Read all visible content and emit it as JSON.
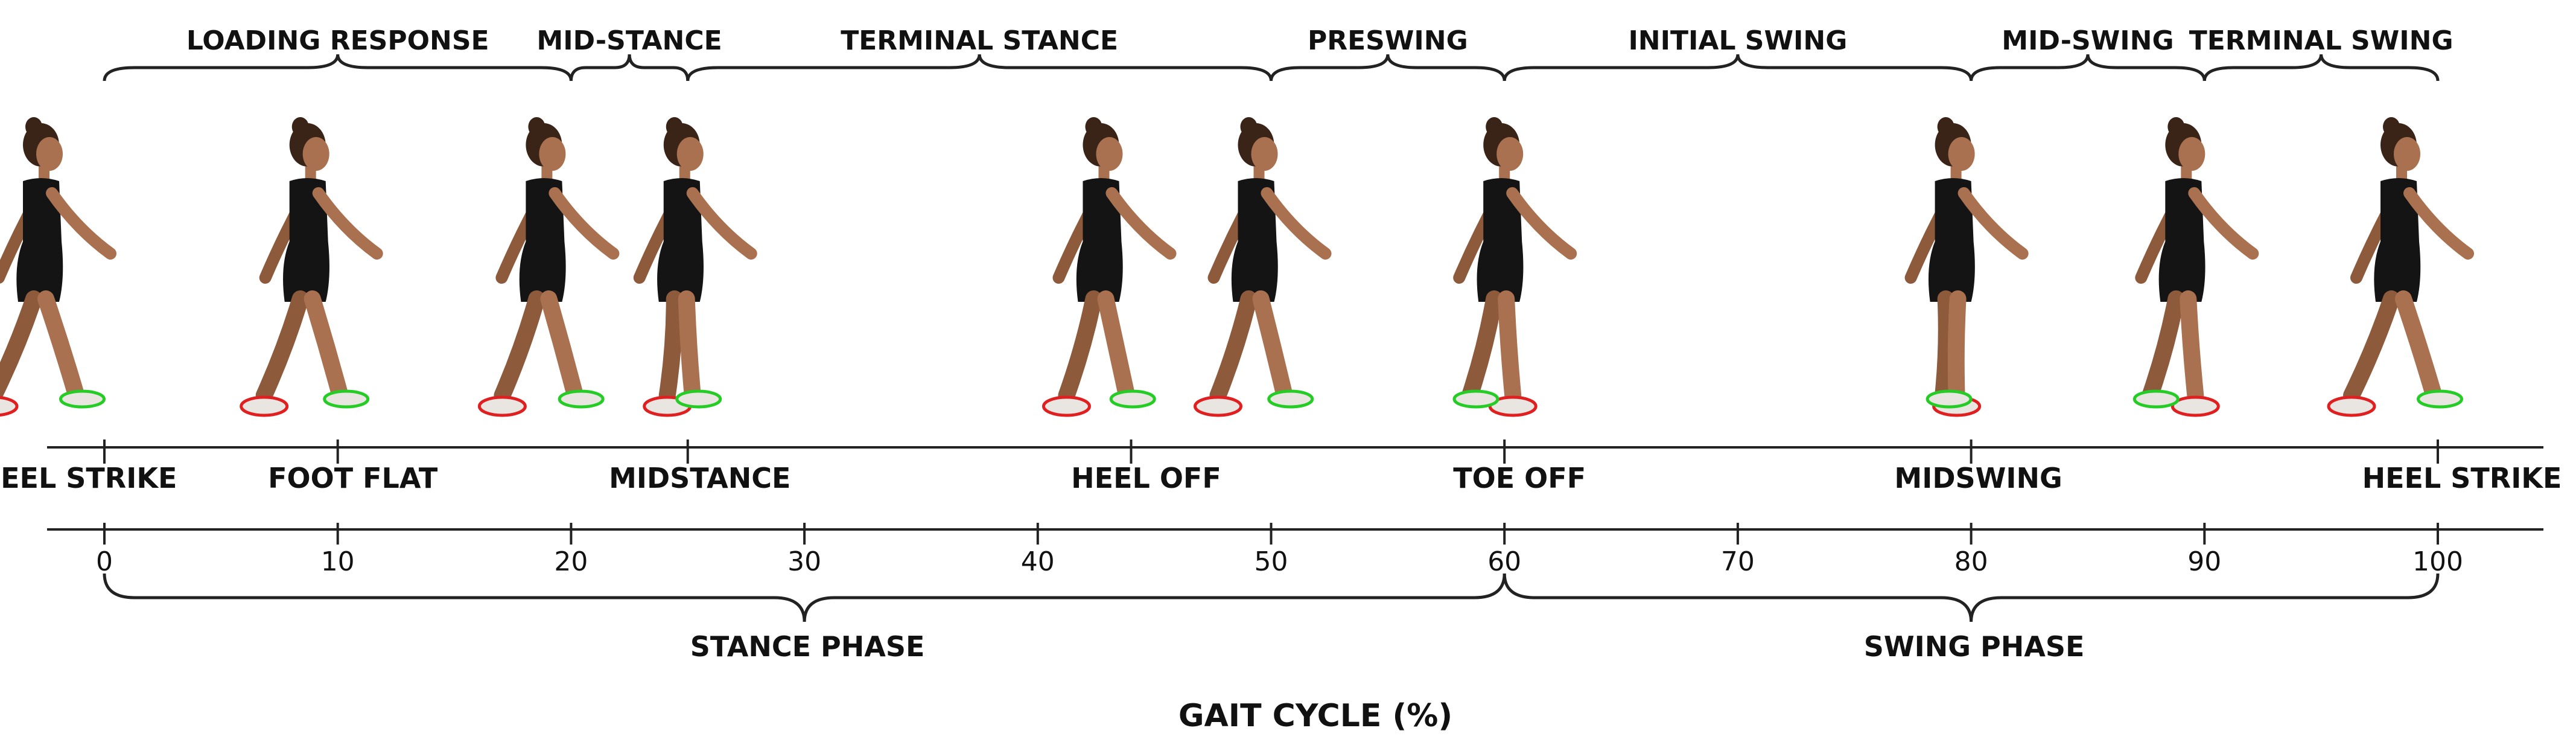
{
  "colors": {
    "line": "#222222",
    "skin": "#a9714f",
    "skin_dark": "#8d5a3c",
    "hair": "#3a2418",
    "outfit": "#141414",
    "shoe": "#e9e6e2",
    "outline_red": "#e02020",
    "outline_green": "#25cc25"
  },
  "subphases": [
    {
      "label": "LOADING RESPONSE",
      "from": 0,
      "to": 20
    },
    {
      "label": "MID-STANCE",
      "from": 20,
      "to": 25
    },
    {
      "label": "TERMINAL STANCE",
      "from": 25,
      "to": 50
    },
    {
      "label": "PRESWING",
      "from": 50,
      "to": 60
    },
    {
      "label": "INITIAL SWING",
      "from": 60,
      "to": 80
    },
    {
      "label": "MID-SWING",
      "from": 80,
      "to": 90
    },
    {
      "label": "TERMINAL SWING",
      "from": 90,
      "to": 100
    }
  ],
  "events": [
    {
      "label": "HEEL STRIKE",
      "at": 0
    },
    {
      "label": "FOOT FLAT",
      "at": 10
    },
    {
      "label": "MIDSTANCE",
      "at": 25
    },
    {
      "label": "HEEL OFF",
      "at": 44
    },
    {
      "label": "TOE OFF",
      "at": 60
    },
    {
      "label": "MIDSWING",
      "at": 80
    },
    {
      "label": "HEEL STRIKE",
      "at": 100
    }
  ],
  "axis": {
    "ticks": [
      "0",
      "10",
      "20",
      "30",
      "40",
      "50",
      "60",
      "70",
      "80",
      "90",
      "100"
    ],
    "title": "GAIT CYCLE (%)"
  },
  "phases": [
    {
      "label": "STANCE PHASE",
      "from": 0,
      "to": 60
    },
    {
      "label": "SWING PHASE",
      "from": 60,
      "to": 100
    }
  ],
  "figures": [
    {
      "at": 0,
      "pose": "heel-strike"
    },
    {
      "at": 10,
      "pose": "foot-flat"
    },
    {
      "at": 20,
      "pose": "loading"
    },
    {
      "at": 25,
      "pose": "midstance"
    },
    {
      "at": 44,
      "pose": "heel-off"
    },
    {
      "at": 50,
      "pose": "terminal-stance"
    },
    {
      "at": 60,
      "pose": "toe-off"
    },
    {
      "at": 80,
      "pose": "midswing"
    },
    {
      "at": 90,
      "pose": "mid-swing"
    },
    {
      "at": 100,
      "pose": "heel-strike"
    }
  ]
}
